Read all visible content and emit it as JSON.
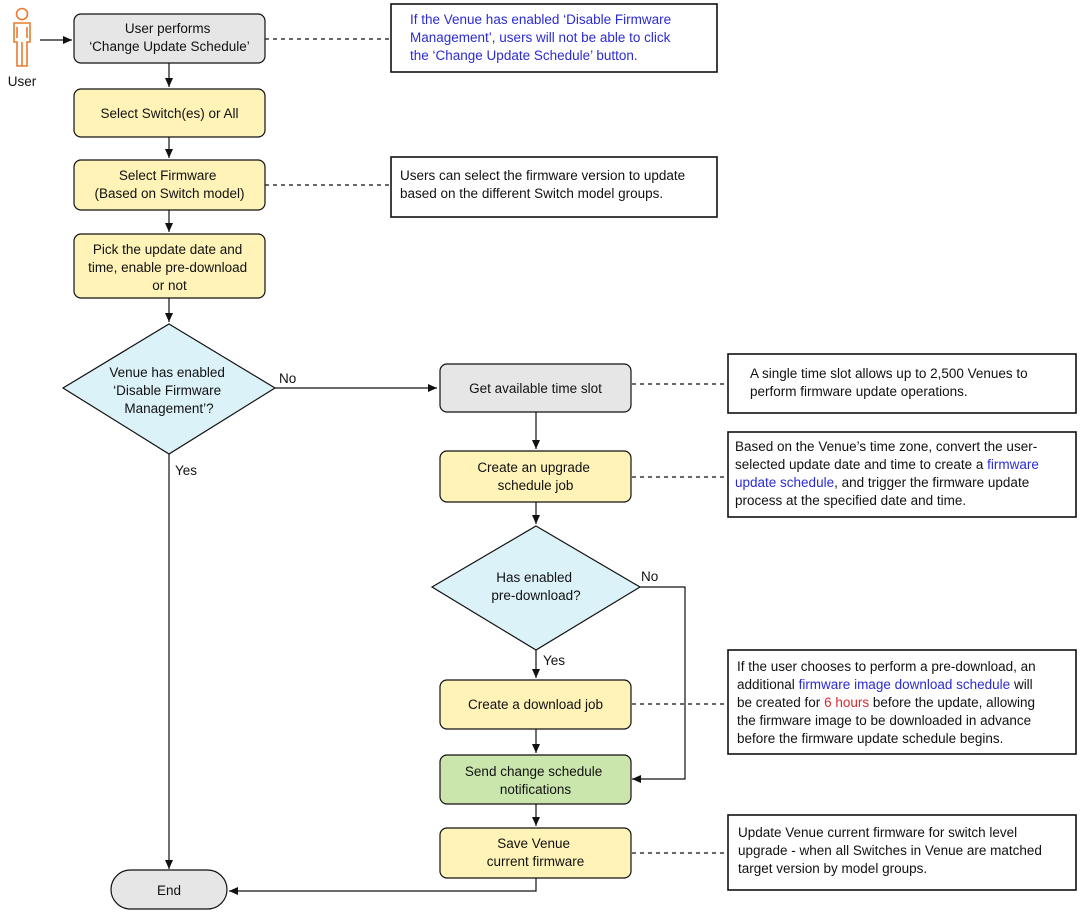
{
  "user": {
    "label": "User"
  },
  "steps": {
    "change_schedule": [
      "User performs",
      "‘Change Update Schedule’"
    ],
    "select_switch": [
      "Select Switch(es) or All"
    ],
    "select_firmware": [
      "Select Firmware",
      "(Based on Switch model)"
    ],
    "pick_date": [
      "Pick the update date and",
      "time, enable pre-download",
      "or not"
    ],
    "get_slot": [
      "Get available time slot"
    ],
    "create_job": [
      "Create an upgrade",
      "schedule job"
    ],
    "create_download": [
      "Create a download job"
    ],
    "send_notifications": [
      "Send change schedule",
      "notifications"
    ],
    "save_venue": [
      "Save Venue",
      "current firmware"
    ],
    "end": [
      "End"
    ]
  },
  "decisions": {
    "disable_fw": [
      "Venue has enabled",
      "‘Disable Firmware",
      "Management’?"
    ],
    "predownload": [
      "Has enabled",
      "pre-download?"
    ]
  },
  "edge_labels": {
    "no1": "No",
    "yes1": "Yes",
    "no2": "No",
    "yes2": "Yes"
  },
  "notes": {
    "disable_button": [
      "If the Venue has enabled ‘Disable Firmware",
      "Management’, users will not be able to click",
      "the ‘Change Update Schedule’ button."
    ],
    "firmware_version": [
      "Users can select the firmware version to update",
      "based on the different Switch model groups."
    ],
    "time_slot": [
      "A single time slot allows up to 2,500 Venues to",
      "perform firmware update operations."
    ],
    "timezone": {
      "line1": "Based on the Venue’s time zone, convert the user-",
      "line2_a": "selected update date and time to create a ",
      "line2_link": "firmware",
      "line3_link": "update schedule",
      "line3_b": ", and trigger the firmware update",
      "line4": "process at the specified date and time."
    },
    "predownload": {
      "line1": "If the user chooses to perform a pre-download, an",
      "line2_a": "additional ",
      "line2_link": "firmware image download schedule",
      "line2_b": " will",
      "line3_a": "be created for ",
      "line3_hl": "6 hours",
      "line3_b": " before the update, allowing",
      "line4": "the firmware image to be downloaded in advance",
      "line5": "before the firmware update schedule begins."
    },
    "save_venue": [
      "Update Venue current firmware for switch level",
      "upgrade - when all Switches in Venue are matched",
      "target version by model groups."
    ]
  },
  "colors": {
    "yellow": "#fff3b8",
    "gray": "#e6e6e6",
    "green": "#cbe6ac",
    "diamond": "#dcf2f9",
    "user_icon": "#e87b2f",
    "link": "#2b2bd6",
    "highlight": "#d62b2b"
  }
}
